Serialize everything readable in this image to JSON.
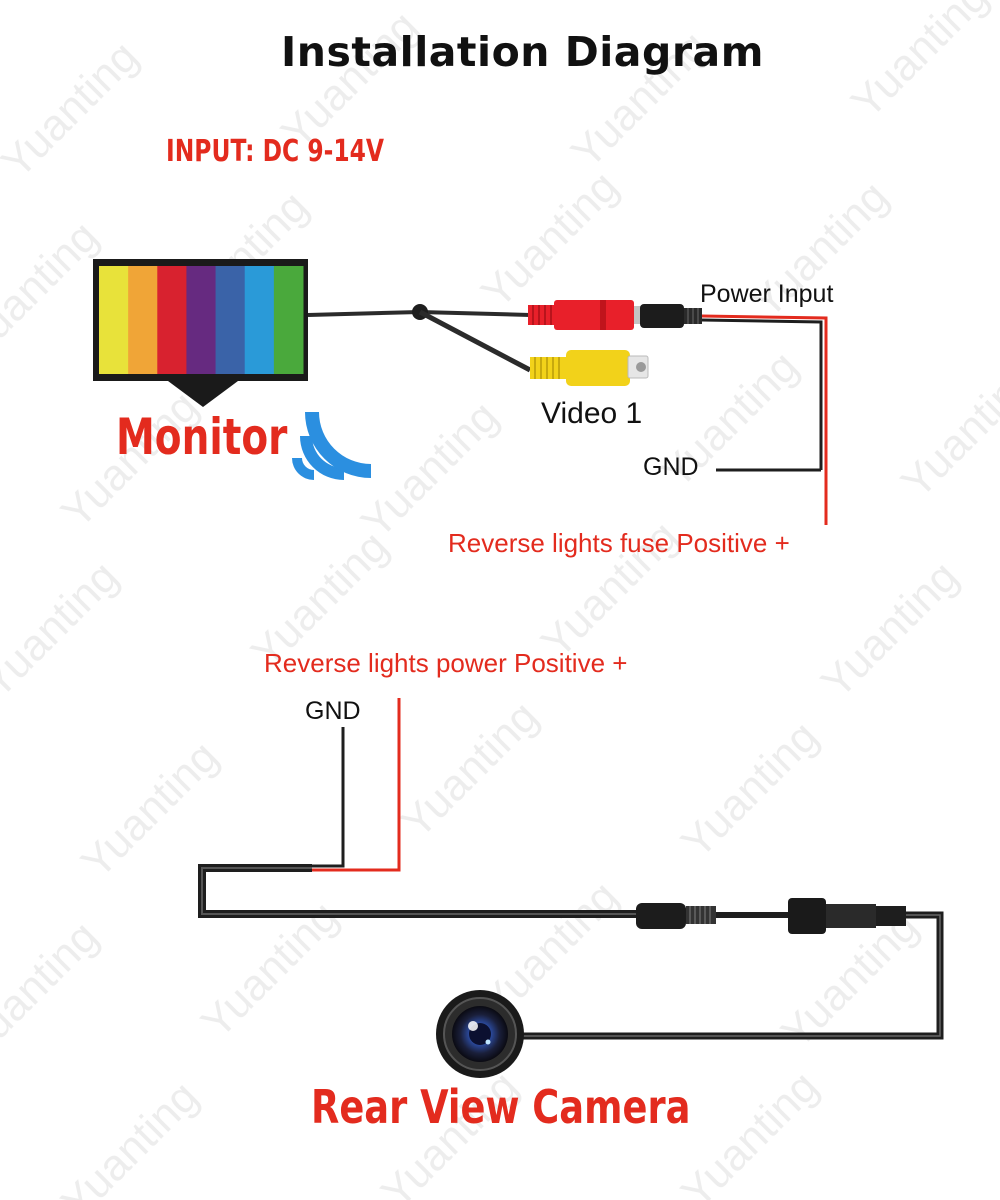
{
  "title": "Installation Diagram",
  "input_label": "INPUT: DC 9-14V",
  "monitor": {
    "label": "Monitor",
    "screen_bar_colors": [
      "#e8e23a",
      "#f0a537",
      "#d8222f",
      "#662a80",
      "#3a63a8",
      "#2a9ad8",
      "#4aa93c"
    ]
  },
  "wiring_top": {
    "power_input": "Power Input",
    "video": "Video 1",
    "gnd": "GND",
    "reverse_fuse": "Reverse lights fuse Positive +"
  },
  "wiring_bottom": {
    "reverse_power": "Reverse lights power Positive +",
    "gnd": "GND"
  },
  "camera": {
    "label": "Rear View Camera"
  },
  "watermark": "Yuanting",
  "colors": {
    "accent_red": "#e32b1e",
    "wire": "#222222",
    "rca_red": "#e8202a",
    "rca_yellow": "#f2d21a",
    "wifi_blue": "#2b8fe0"
  },
  "icons": [
    "wifi-signal-icon",
    "camera-lens-icon"
  ]
}
